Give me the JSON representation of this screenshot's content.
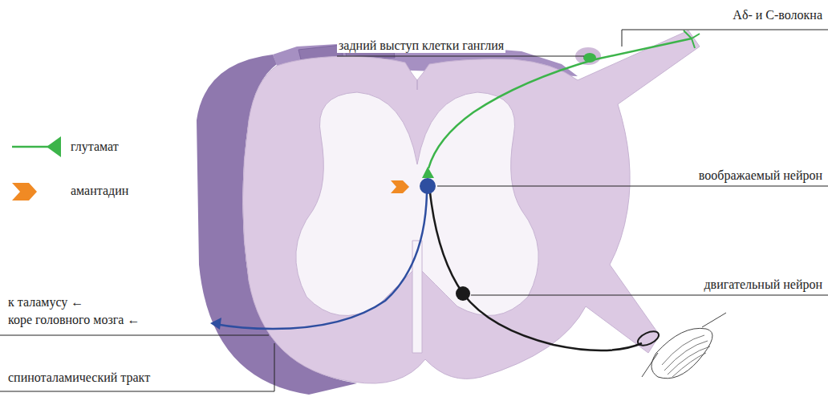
{
  "diagram": {
    "labels": [
      "Aδ- и C-волокна",
      "задний выступ клетки ганглия",
      "воображаемый нейрон",
      "двигательный нейрон",
      "к таламусу ←",
      "коре головного мозга ←",
      "спиноталамический тракт"
    ],
    "legend": [
      {
        "text": "глутамат"
      },
      {
        "text": "амантадин"
      }
    ]
  }
}
